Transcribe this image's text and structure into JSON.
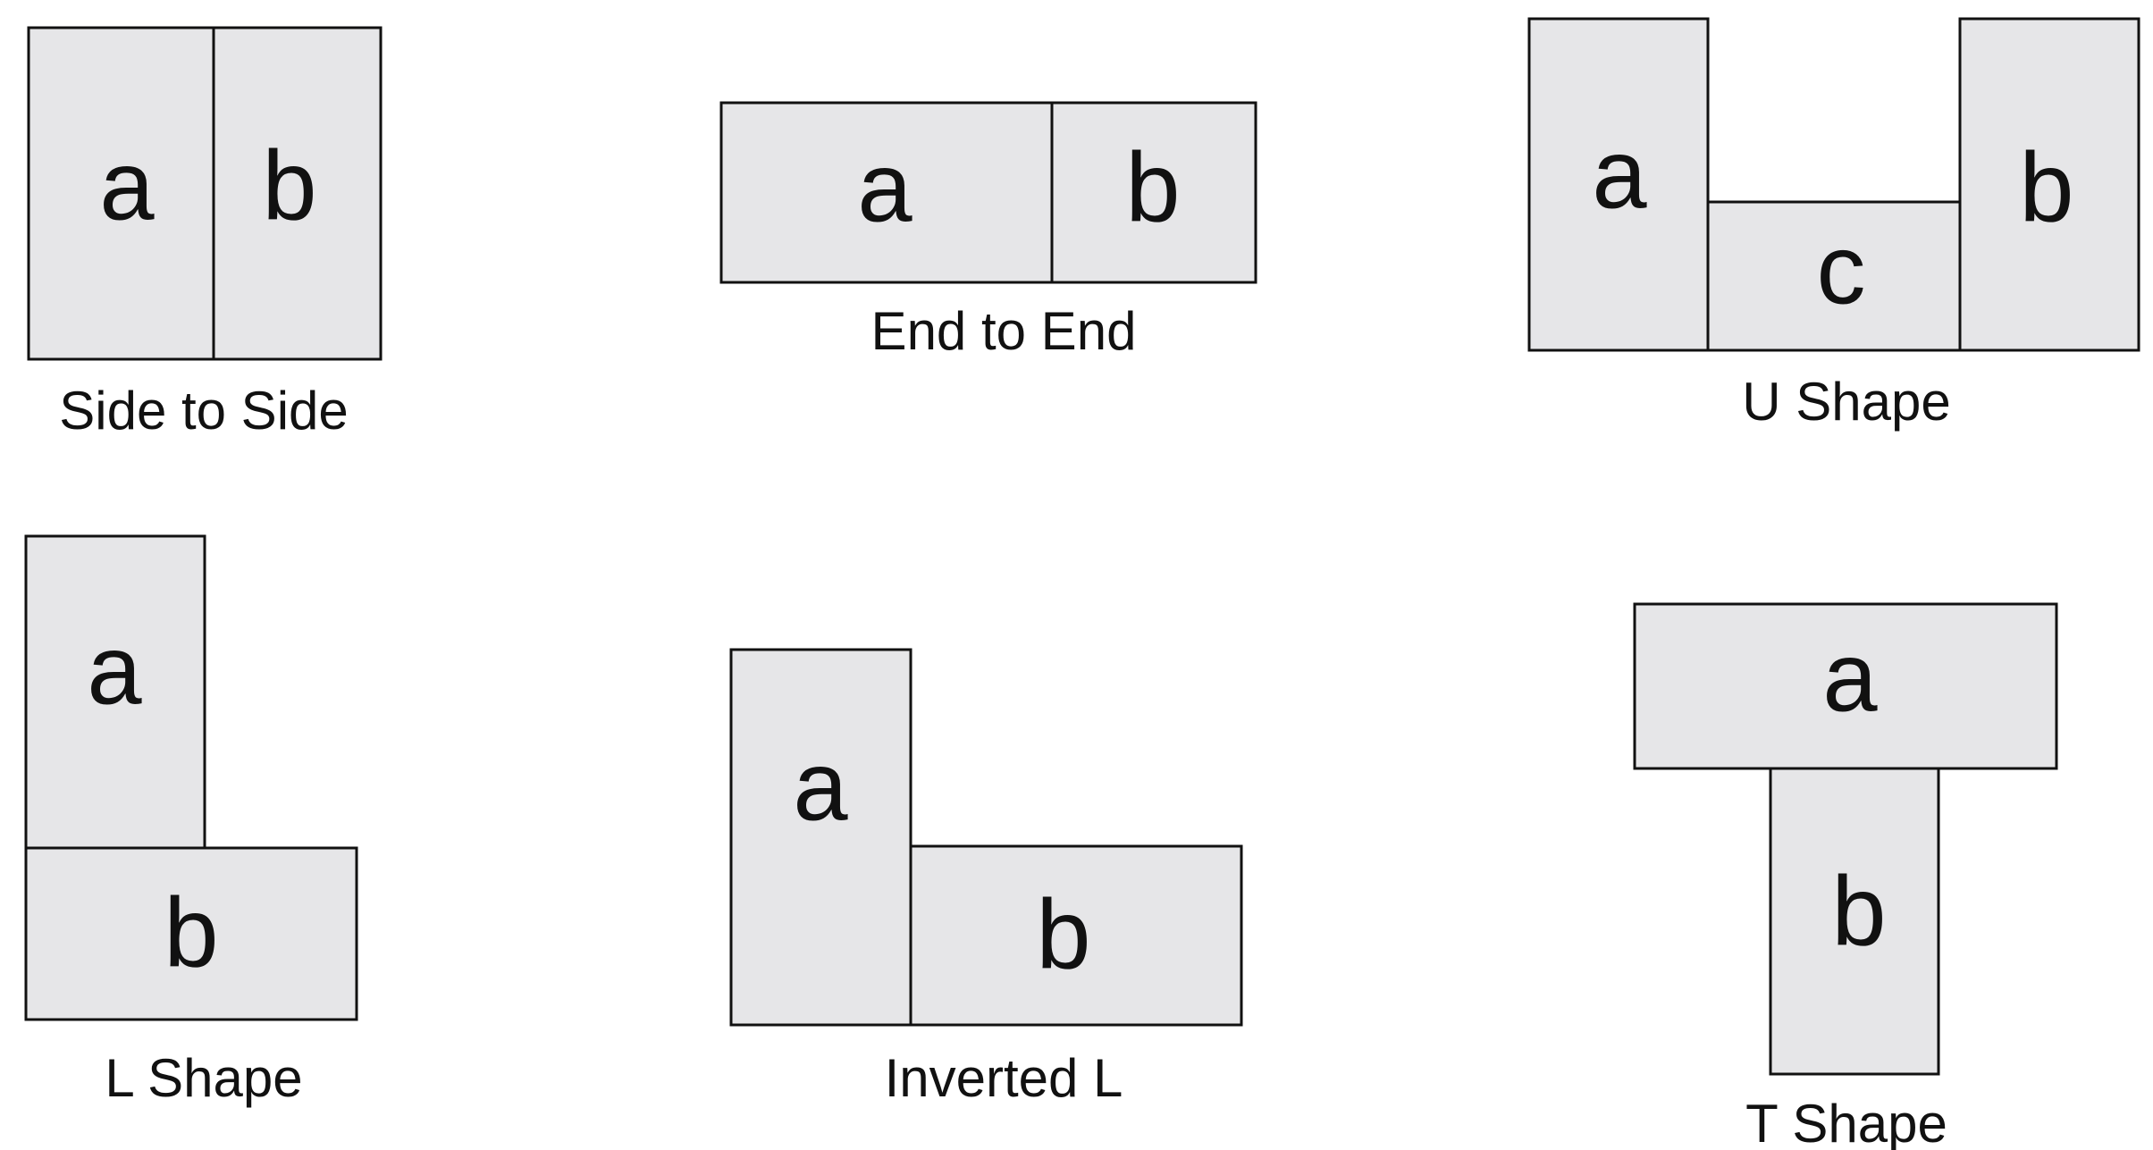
{
  "figure": {
    "arrangements": [
      {
        "id": "side-to-side",
        "caption": "Side to Side",
        "pieces": [
          {
            "letter": "a"
          },
          {
            "letter": "b"
          }
        ]
      },
      {
        "id": "end-to-end",
        "caption": "End to End",
        "pieces": [
          {
            "letter": "a"
          },
          {
            "letter": "b"
          }
        ]
      },
      {
        "id": "u-shape",
        "caption": "U Shape",
        "pieces": [
          {
            "letter": "a"
          },
          {
            "letter": "c"
          },
          {
            "letter": "b"
          }
        ]
      },
      {
        "id": "l-shape",
        "caption": "L Shape",
        "pieces": [
          {
            "letter": "a"
          },
          {
            "letter": "b"
          }
        ]
      },
      {
        "id": "inverted-l",
        "caption": "Inverted L",
        "pieces": [
          {
            "letter": "a"
          },
          {
            "letter": "b"
          }
        ]
      },
      {
        "id": "t-shape",
        "caption": "T Shape",
        "pieces": [
          {
            "letter": "a"
          },
          {
            "letter": "b"
          }
        ]
      }
    ],
    "colors": {
      "piece_fill": "#e6e6e8",
      "outline": "#111111",
      "text": "#111111",
      "background": "#ffffff"
    }
  }
}
